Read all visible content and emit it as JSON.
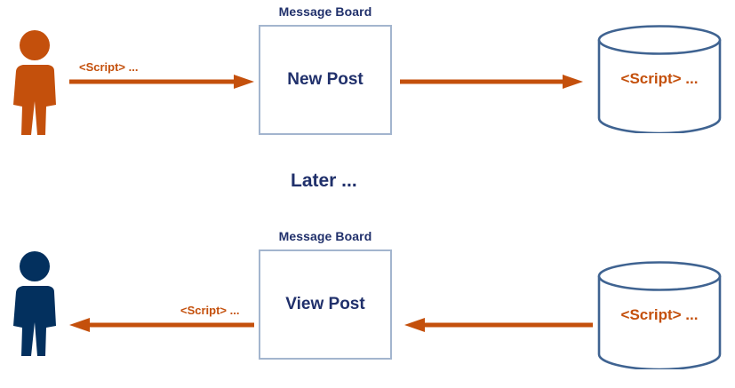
{
  "diagram": {
    "title_hidden": "Stored Cross-Site Scripting attack flow",
    "colors": {
      "orange": "#C4500C",
      "navy": "#03305E",
      "navy_text": "#20306B",
      "box_border": "#A3B5CE",
      "cylinder_border": "#3F6391",
      "background": "#FFFFFF"
    },
    "middle_caption": "Later ...",
    "rows": [
      {
        "id": "attack-row",
        "actor": {
          "name": "attacker-person-icon",
          "color": "#C4500C"
        },
        "arrow_left": {
          "label": "<Script> ...",
          "direction": "right"
        },
        "board": {
          "title": "Message Board",
          "label": "New Post"
        },
        "arrow_right": {
          "label": "",
          "direction": "right"
        },
        "database": {
          "label": "<Script> ..."
        }
      },
      {
        "id": "victim-row",
        "actor": {
          "name": "victim-person-icon",
          "color": "#03305E"
        },
        "arrow_left": {
          "label": "<Script> ...",
          "direction": "left"
        },
        "board": {
          "title": "Message Board",
          "label": "View Post"
        },
        "arrow_right": {
          "label": "",
          "direction": "left"
        },
        "database": {
          "label": "<Script> ..."
        }
      }
    ]
  }
}
